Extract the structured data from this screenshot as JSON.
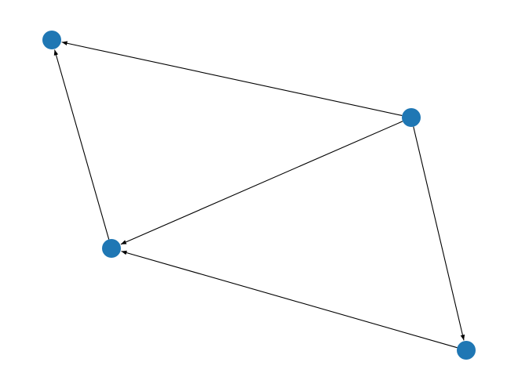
{
  "graph": {
    "directed": true,
    "node_color": "#1f77b4",
    "edge_color": "#000000",
    "nodes": [
      "n0",
      "n1",
      "n2",
      "n3"
    ],
    "edges": [
      [
        "n1",
        "n0"
      ],
      [
        "n1",
        "n2"
      ],
      [
        "n1",
        "n3"
      ],
      [
        "n3",
        "n2"
      ],
      [
        "n2",
        "n0"
      ]
    ]
  }
}
